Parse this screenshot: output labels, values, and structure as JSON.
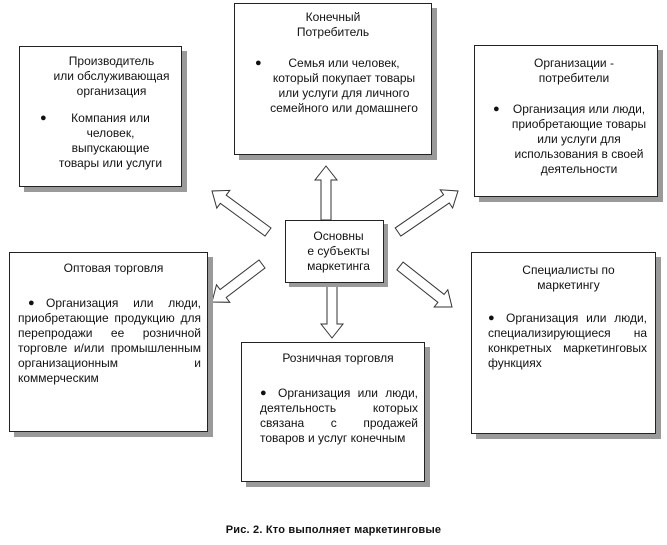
{
  "center": {
    "label": "Основны\nе субъекты\nмаркетинга"
  },
  "boxes": {
    "producer": {
      "title": "Производитель\nили обслуживающая\nорганизация",
      "item": "Компания или человек, выпускающие товары или услуги"
    },
    "consumer": {
      "title": "Конечный\nПотребитель",
      "item": "Семья или человек, который покупает товары или услуги для личного семейного или домашнего"
    },
    "org_consumers": {
      "title": "Организации -\nпотребители",
      "item": "Организация или люди, приобретающие товары или услуги для использования в своей деятельности"
    },
    "wholesale": {
      "title": "Оптовая торговля",
      "item": "Организация или люди, приобретающие продукцию для перепродажи ее розничной торговле и/или промышленным организационным и коммерческим"
    },
    "retail": {
      "title": "Розничная торговля",
      "item": "Организация или люди, деятельность которых связана с продажей товаров и услуг конечным"
    },
    "specialists": {
      "title": "Специалисты по\nмаркетингу",
      "item": "Организация или люди, специализирующиеся на конкретных маркетинговых функциях"
    }
  },
  "caption": "Рис. 2. Кто выполняет маркетинговые"
}
